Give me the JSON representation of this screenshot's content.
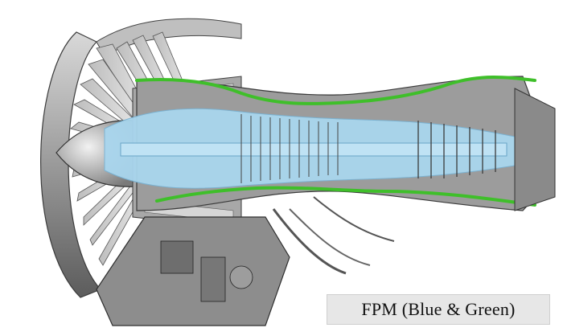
{
  "caption": "FPM (Blue & Green)",
  "colors": {
    "flow_path_blue": "#a9d6ee",
    "flow_path_green": "#3fbf2a",
    "metal": "#8e8e8e",
    "metal_dark": "#4a4a4a",
    "caption_bg": "#e7e7e7"
  },
  "highlighted_regions": [
    "blue-core-flow-path",
    "green-bypass-boundary"
  ]
}
